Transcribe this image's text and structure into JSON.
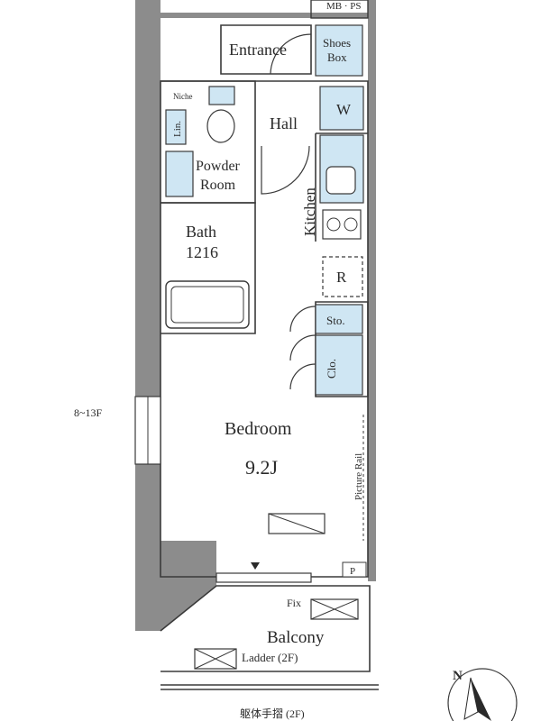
{
  "labels": {
    "mb_ps": "MB · PS",
    "entrance": "Entrance",
    "shoes_box_1": "Shoes",
    "shoes_box_2": "Box",
    "niche": "Niche",
    "lin": "Lin.",
    "w": "W",
    "hall": "Hall",
    "powder_room_1": "Powder",
    "powder_room_2": "Room",
    "kitchen": "Kitchen",
    "bath_1": "Bath",
    "bath_2": "1216",
    "r": "R",
    "sto": "Sto.",
    "clo": "Clo.",
    "floors": "8~13F",
    "bedroom": "Bedroom",
    "bedroom_size": "9.2J",
    "picture_rail": "Picture Rail",
    "p": "P",
    "fix": "Fix",
    "balcony": "Balcony",
    "ladder": "Ladder (2F)",
    "railing": "躯体手摺 (2F)",
    "north": "N"
  },
  "colors": {
    "wall": "#8c8c8c",
    "line": "#3a3a3a",
    "fixture_blue": "#cfe6f3",
    "fixture_dash": "#4aa3d6"
  }
}
